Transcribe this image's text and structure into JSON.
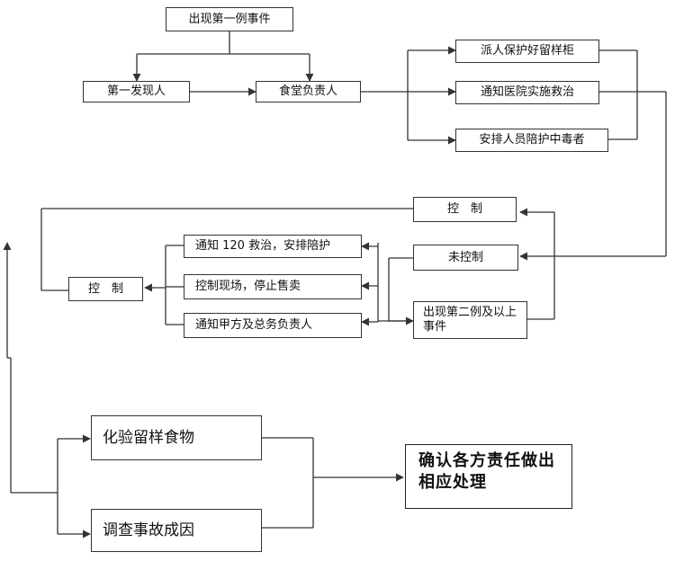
{
  "nodes": {
    "first_case": "出现第一例事件",
    "first_finder": "第一发现人",
    "canteen_head": "食堂负责人",
    "keep_samples": "派人保护好留样柜",
    "notify_hospital": "通知医院实施救治",
    "accompany_victims": "安排人员陪护中毒者",
    "controlled_top": "控　制",
    "uncontrolled": "未控制",
    "second_case": "出现第二例及以上事件",
    "notify_120": "通知 120 救治，安排陪护",
    "control_site": "控制现场，停止售卖",
    "notify_party_a": "通知甲方及总务负责人",
    "controlled_left": "控　制",
    "test_samples": "化验留样食物",
    "investigate": "调查事故成因",
    "confirm_resp": "确认各方责任做出相应处理"
  }
}
